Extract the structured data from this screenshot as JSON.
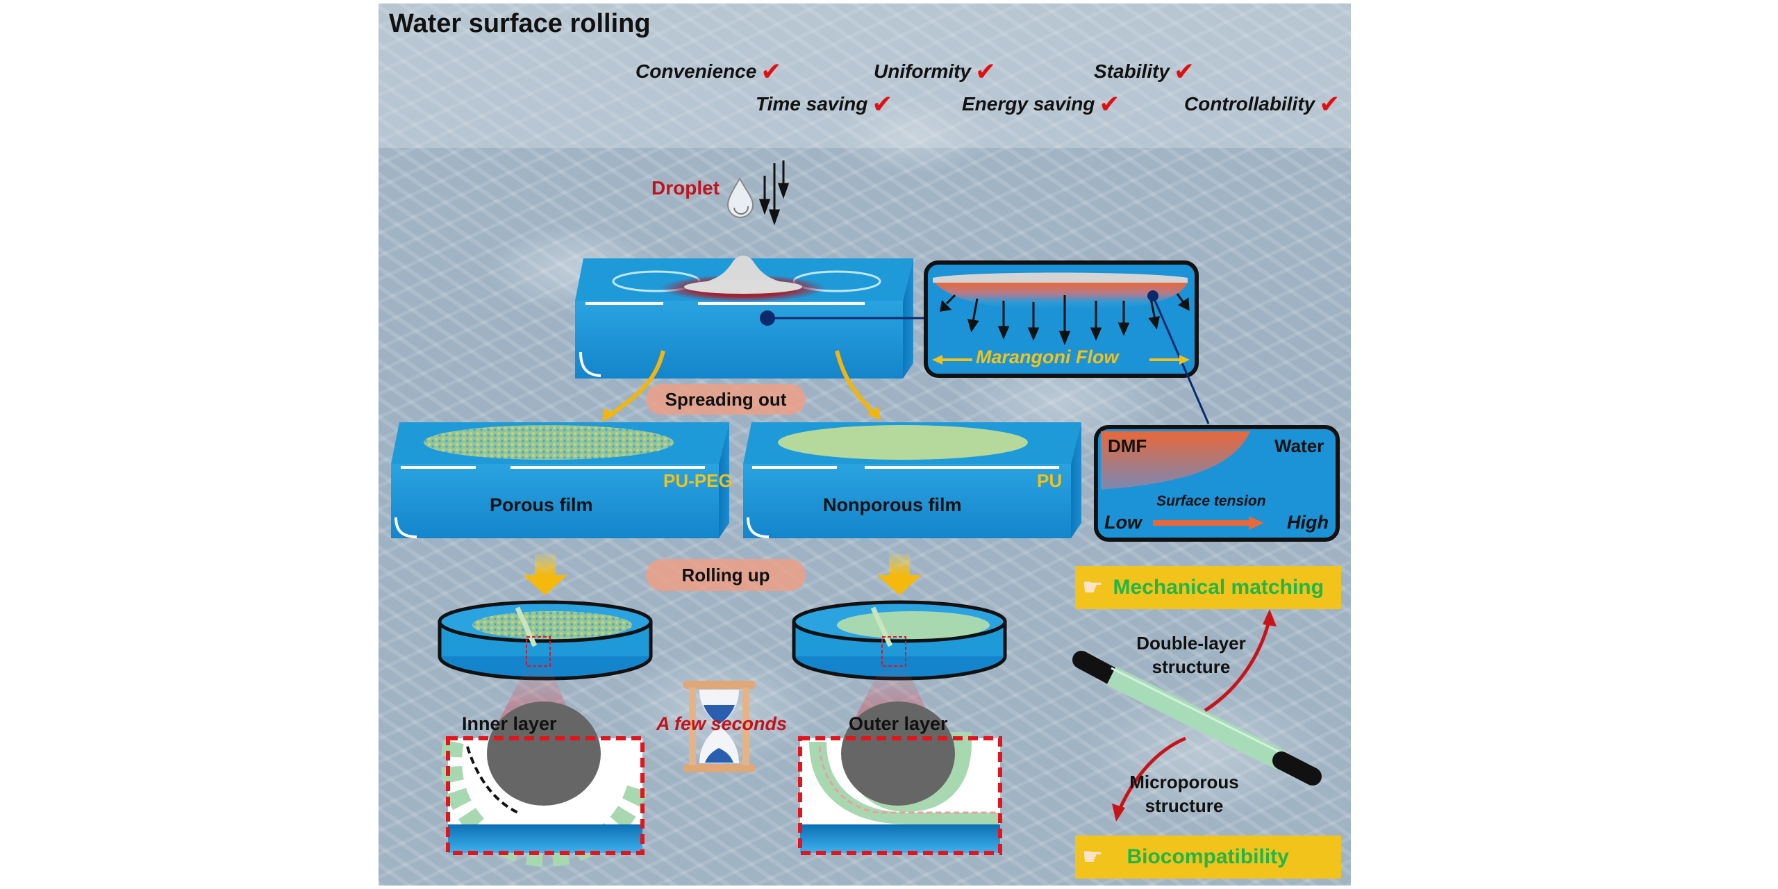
{
  "title": "Water surface rolling",
  "features": {
    "row1": [
      "Convenience",
      "Uniformity",
      "Stability"
    ],
    "row2": [
      "Time saving",
      "Energy saving",
      "Controllability"
    ],
    "check_glyph": "✔"
  },
  "droplet": {
    "label": "Droplet",
    "icon": "droplet-icon"
  },
  "marangoni": {
    "label": "Marangoni Flow"
  },
  "spreading_label": "Spreading out",
  "films": [
    {
      "material": "PU-PEG",
      "label": "Porous film"
    },
    {
      "material": "PU",
      "label": "Nonporous film"
    }
  ],
  "surface_tension_panel": {
    "left_label": "DMF",
    "right_label": "Water",
    "axis_title": "Surface tension",
    "low": "Low",
    "high": "High"
  },
  "rolling_label": "Rolling up",
  "layers": {
    "inner": "Inner layer",
    "outer": "Outer layer"
  },
  "time_label": "A few seconds",
  "properties": {
    "mechanical": "Mechanical matching",
    "biocompat": "Biocompatibility",
    "double_layer": "Double-layer structure",
    "microporous": "Microporous structure",
    "hand_icon": "☛"
  },
  "colors": {
    "water": "#1f9ad8",
    "water_dark": "#0b74b8",
    "dmf": "#e8683a",
    "arrow_yellow": "#f2b50c",
    "check_red": "#e01010",
    "label_red": "#c0141c",
    "banner_yellow": "#f2c31a",
    "banner_green": "#22b54a",
    "film_green": "#a8d8b0",
    "zoom_red": "#e3141c"
  }
}
